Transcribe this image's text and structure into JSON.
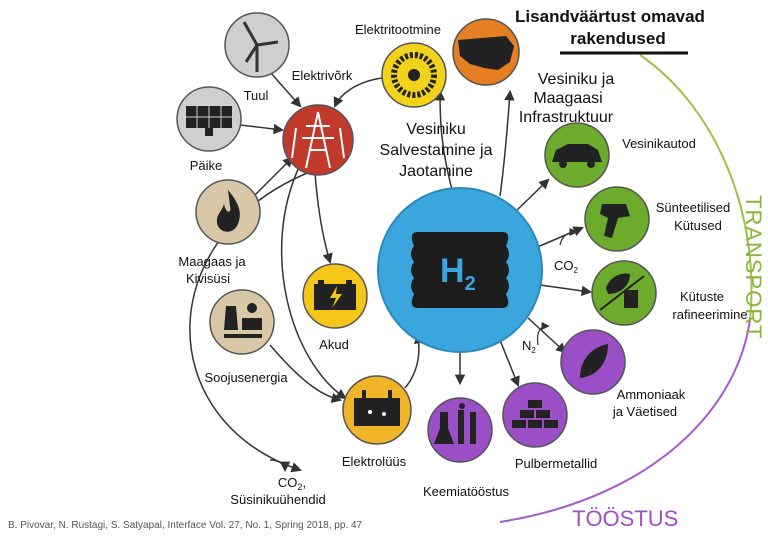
{
  "header": {
    "line1": "Lisandväärtust omavad",
    "line2": "rakendused"
  },
  "center": {
    "symbol": "H",
    "subscript": "2",
    "title": [
      "Vesiniku",
      "Salvestamine ja",
      "Jaotamine"
    ]
  },
  "nodes": {
    "wind": "Tuul",
    "solar": "Päike",
    "gas": [
      "Maagaas ja",
      "Kivisüsi"
    ],
    "thermal": "Soojusenergia",
    "grid": "Elektrivõrk",
    "power_gen": "Elektritootmine",
    "infrastructure": [
      "Vesiniku ja",
      "Maagaasi",
      "Infrastruktuur"
    ],
    "batteries": "Akud",
    "electrolysis": "Elektrolüüs",
    "fcev": "Vesinikautod",
    "synfuels": [
      "Sünteetilised",
      "Kütused"
    ],
    "refining": [
      "Kütuste",
      "rafineerimine"
    ],
    "ammonia": [
      "Ammoniaak",
      "ja Väetised"
    ],
    "metals": "Pulbermetallid",
    "chemicals": "Keemiatööstus",
    "carbon": [
      "CO",
      "2",
      ",",
      "Süsinikuühendid"
    ]
  },
  "inputs": {
    "co2": "CO",
    "co2_sub": "2",
    "n2": "N",
    "n2_sub": "2"
  },
  "sectors": {
    "transport": "TRANSPORT",
    "industry": "TÖÖSTUS"
  },
  "citation": "B. Pivovar, N. Rustagi, S. Satyapal, Interface Vol. 27, No. 1, Spring 2018, pp. 47",
  "colors": {
    "grid": "#c0392b",
    "power_gen": "#f2d21b",
    "infrastructure": "#e67e22",
    "batteries": "#f5c518",
    "electrolysis": "#f0b429",
    "hydrogen": "#3aa6dd",
    "transport": "#6cab2b",
    "industry": "#9b4fc7",
    "renewable": "#c9c9c9",
    "fossil": "#d8c8a8"
  }
}
